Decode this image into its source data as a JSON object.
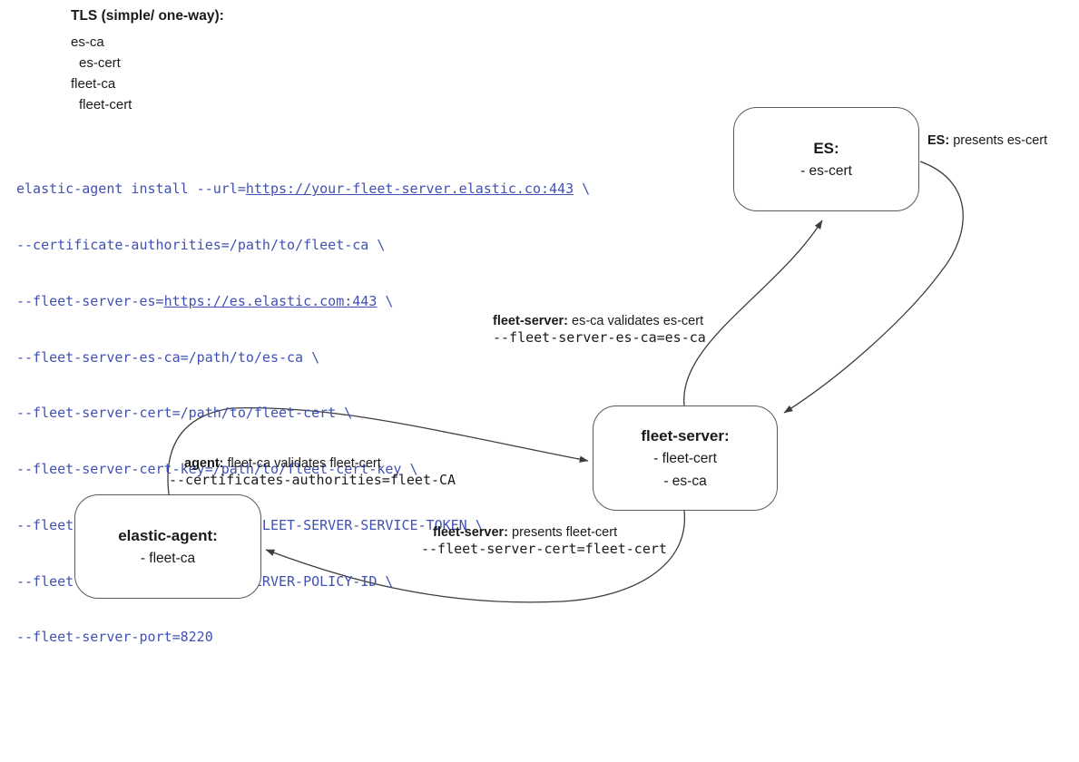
{
  "colors": {
    "background": "#ffffff",
    "edge_stroke": "#3d3d3d",
    "box_border": "#595959",
    "text": "#1a1a1a",
    "code_blue": "#4051b5"
  },
  "tls": {
    "title": "TLS (simple/ one-way):",
    "items": [
      "es-ca",
      "es-cert",
      "fleet-ca",
      "fleet-cert"
    ]
  },
  "command": {
    "lines": [
      {
        "pre": "elastic-agent install --url=",
        "link": "https://your-fleet-server.elastic.co:443",
        "post": " \\"
      },
      {
        "pre": "--certificate-authorities=/path/to/fleet-ca \\"
      },
      {
        "pre": "--fleet-server-es=",
        "link": "https://es.elastic.com:443",
        "post": " \\"
      },
      {
        "pre": "--fleet-server-es-ca=/path/to/es-ca \\"
      },
      {
        "pre": "--fleet-server-cert=/path/to/fleet-cert \\"
      },
      {
        "pre": "--fleet-server-cert-key=/path/to/fleet-cert-key \\"
      },
      {
        "pre": "--fleet-server-service-token=FLEET-SERVER-SERVICE-TOKEN \\"
      },
      {
        "pre": "--fleet-server-policy=FLEET-SERVER-POLICY-ID \\"
      },
      {
        "pre": "--fleet-server-port=8220"
      }
    ]
  },
  "nodes": {
    "es": {
      "title": "ES:",
      "items": [
        "- es-cert"
      ]
    },
    "fleet_server": {
      "title": "fleet-server:",
      "items": [
        "- fleet-cert",
        "- es-ca"
      ]
    },
    "elastic_agent": {
      "title": "elastic-agent:",
      "items": [
        "- fleet-ca"
      ]
    }
  },
  "edge_labels": {
    "es_presents": {
      "bold": "ES:",
      "rest": " presents es-cert"
    },
    "fs_validates": {
      "bold": "fleet-server:",
      "rest": " es-ca validates es-cert",
      "code": "--fleet-server-es-ca=es-ca"
    },
    "agent_validates": {
      "bold": "agent:",
      "rest": " fleet-ca validates fleet-cert",
      "code": "--certificates-authorities=fleet-CA"
    },
    "fs_presents": {
      "bold": "fleet-server:",
      "rest": " presents fleet-cert",
      "code": "--fleet-server-cert=fleet-cert"
    }
  }
}
